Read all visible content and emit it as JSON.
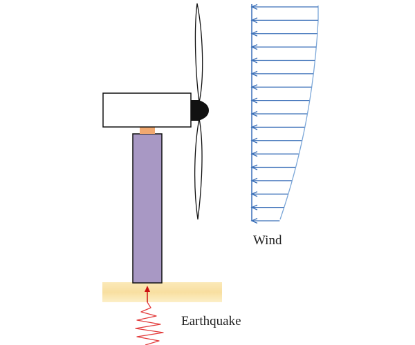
{
  "labels": {
    "wind": "Wind",
    "earthquake": "Earthquake"
  },
  "colors": {
    "tower_fill": "#a898c4",
    "ground_fill": "#f8dfa0",
    "yaw_bearing": "#f0a870",
    "wind_arrows": "#3a6fb8",
    "wind_profile": "#7aa6d8",
    "seismic_wave": "#e23a3a",
    "outline": "#111111",
    "hub": "#111111"
  },
  "wind_profile": {
    "arrow_count": 17
  }
}
